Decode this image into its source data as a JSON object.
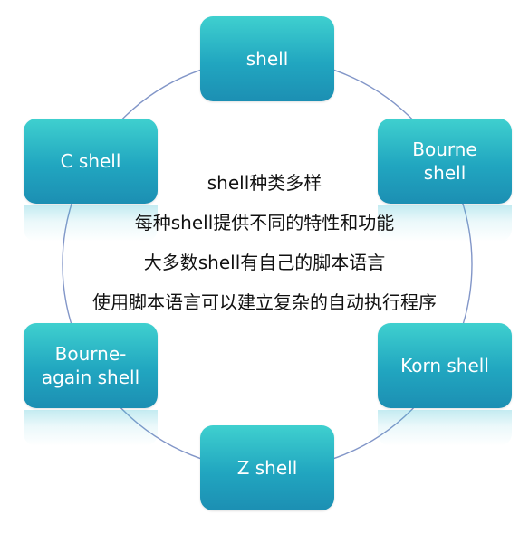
{
  "diagram": {
    "nodes": [
      "shell",
      "Bourne\nshell",
      "Korn shell",
      "Z shell",
      "Bourne-\nagain shell",
      "C shell"
    ],
    "center_lines": [
      "shell种类多样",
      "每种shell提供不同的特性和功能",
      "大多数shell有自己的脚本语言",
      "使用脚本语言可以建立复杂的自动执行程序"
    ]
  },
  "colors": {
    "node_top": "#3fd0cf",
    "node_bottom": "#1c8fb3",
    "ring": "#8296c8",
    "text": "#111111"
  }
}
